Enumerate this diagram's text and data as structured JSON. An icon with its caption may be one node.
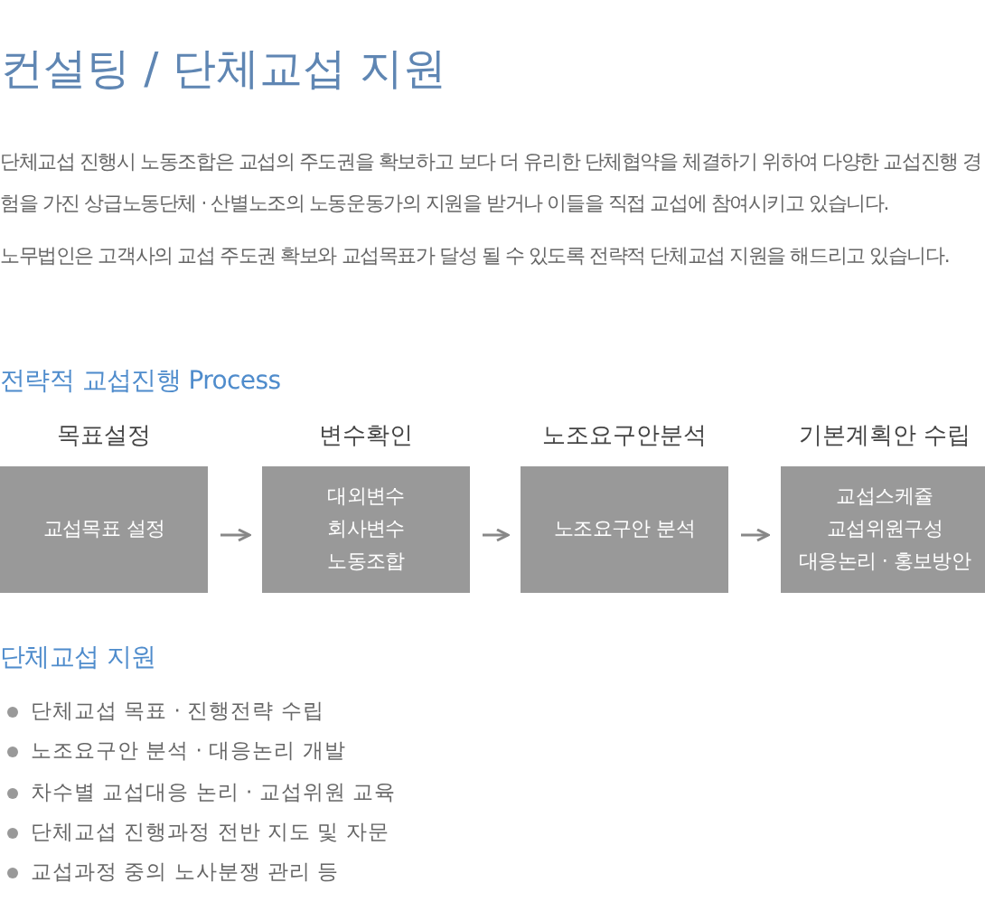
{
  "diagram": {
    "title": "컨설팅 / 단체교섭 지원",
    "nodes": [
      {
        "text": [
          "목표설정",
          "교섭목표 설정"
        ]
      },
      {
        "text": [
          "변수확인",
          "대외변수",
          "회사변수",
          "노동조합"
        ]
      },
      {
        "text": [
          "노조요구안분석",
          "노조요구안 분석"
        ]
      },
      {
        "text": [
          "기본계획안 수립",
          "교섭스케쥴",
          "교섭위원구성",
          "대응논리 · 홍보방안"
        ]
      }
    ],
    "edges": [
      {
        "from": 0,
        "to": 1,
        "arrow": "to"
      },
      {
        "from": 1,
        "to": 2,
        "arrow": "to"
      },
      {
        "from": 2,
        "to": 3,
        "arrow": "to"
      }
    ],
    "labels": [
      "단체교섭 진행시 노동조합은 교섭의 주도권을 확보하고 보다 더 유리한 단체협약을 체결하기 위하여 다양한 교섭진행 경험을 가진 상급노동단체 · 산별노조의 노동운동가의 지원을 받거나 이들을 직접 교섭에 참여시키고 있습니다.",
      "노무법인은 고객사의 교섭 주도권 확보와 교섭목표가 달성 될 수 있도록 전략적 단체교섭 지원을 해드리고 있습니다.",
      "전략적 교섭진행 Process",
      "단체교섭 지원",
      "단체교섭 목표 · 진행전략 수립",
      "노조요구안 분석 · 대응논리 개발",
      "차수별 교섭대응 논리 · 교섭위원 교육",
      "단체교섭 진행과정 전반 지도 및 자문",
      "교섭과정 중의 노사분쟁 관리 등"
    ]
  }
}
